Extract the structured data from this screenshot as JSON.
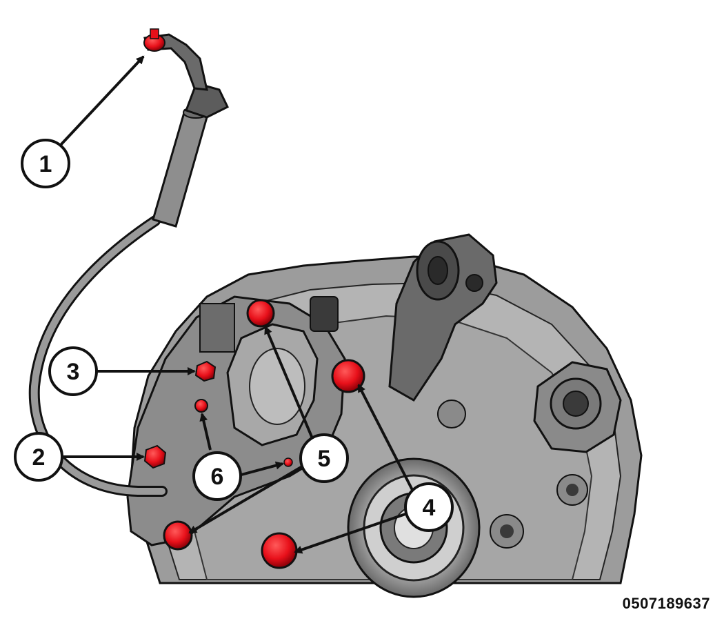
{
  "figure": {
    "id": "0507189637"
  },
  "callouts": [
    {
      "label": "1"
    },
    {
      "label": "2"
    },
    {
      "label": "3"
    },
    {
      "label": "4"
    },
    {
      "label": "5"
    },
    {
      "label": "6"
    }
  ],
  "colors": {
    "highlight": "#e8101a",
    "highlight_dark": "#9a0a10",
    "part_fill": "#8f8f8f",
    "part_dark": "#3a3a3a",
    "outline": "#111111"
  }
}
